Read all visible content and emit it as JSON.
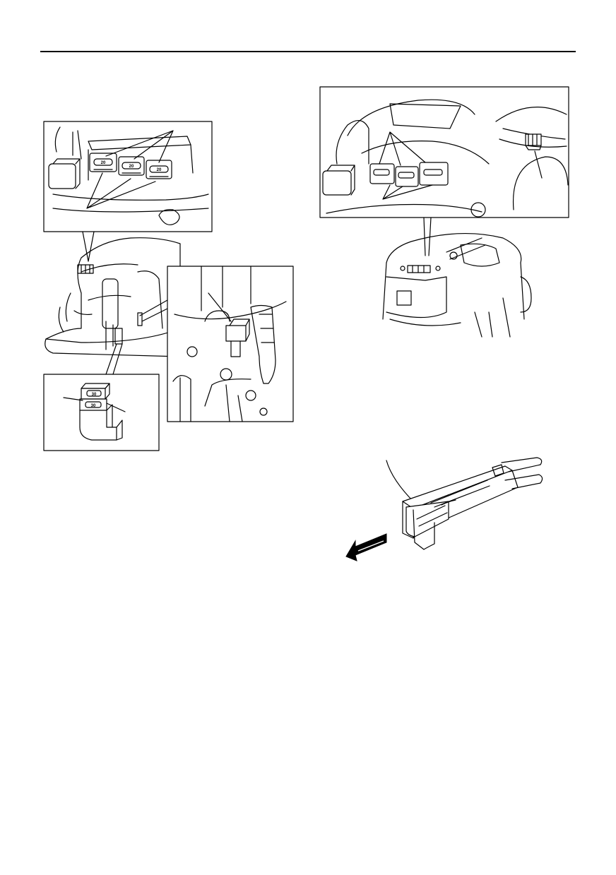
{
  "document": {
    "header_rule": true
  },
  "figures": {
    "left_fuse_detail": {
      "fuse_labels": [
        "30",
        "30"
      ]
    },
    "left_relay_box": {
      "fuse_labels": [
        "20",
        "20",
        "20"
      ]
    }
  },
  "icons": {
    "pull_arrow": "arrow-left-icon"
  }
}
